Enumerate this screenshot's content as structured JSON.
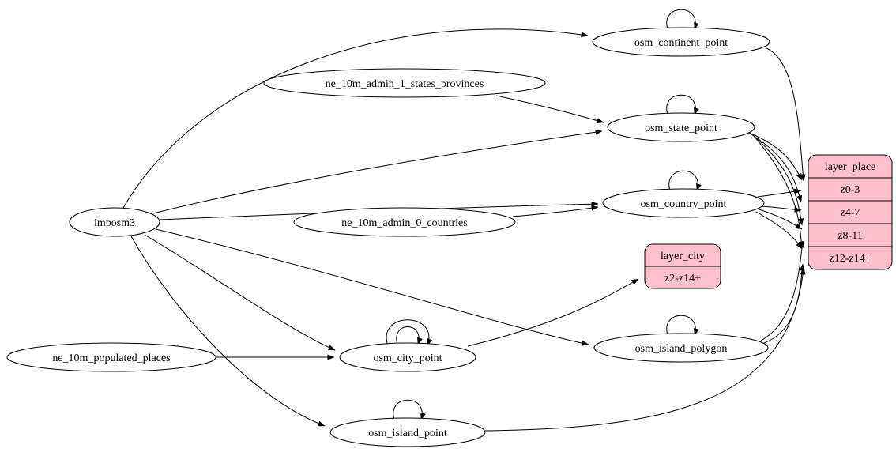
{
  "diagram": {
    "nodes": {
      "imposm3": "imposm3",
      "ne_10m_admin_1_states_provinces": "ne_10m_admin_1_states_provinces",
      "ne_10m_admin_0_countries": "ne_10m_admin_0_countries",
      "ne_10m_populated_places": "ne_10m_populated_places",
      "osm_continent_point": "osm_continent_point",
      "osm_state_point": "osm_state_point",
      "osm_country_point": "osm_country_point",
      "osm_island_polygon": "osm_island_polygon",
      "osm_city_point": "osm_city_point",
      "osm_island_point": "osm_island_point"
    },
    "records": {
      "layer_city": {
        "title": "layer_city",
        "rows": [
          "z2-z14+"
        ]
      },
      "layer_place": {
        "title": "layer_place",
        "rows": [
          "z0-3",
          "z4-7",
          "z8-11",
          "z12-z14+"
        ]
      }
    },
    "colors": {
      "record_fill": "#ffc0cb",
      "node_fill": "#ffffff",
      "stroke": "#000000",
      "background": "#ffffff"
    }
  }
}
